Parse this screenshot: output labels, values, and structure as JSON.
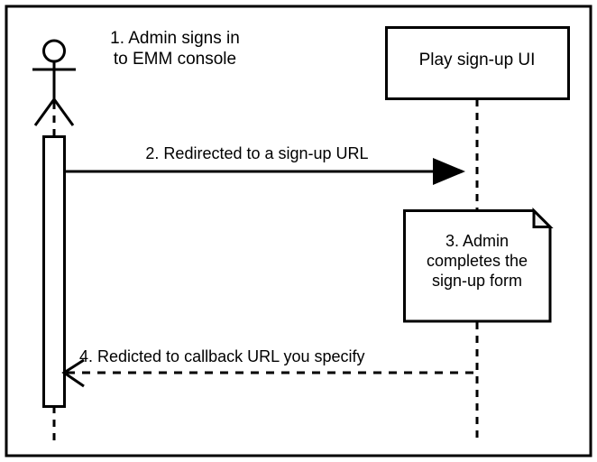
{
  "diagram": {
    "type": "uml-sequence-diagram",
    "title_text": "",
    "frame": {
      "stroke": "#000000",
      "fill": "#ffffff",
      "stroke_width": 2
    },
    "colors": {
      "line": "#000000",
      "background": "#ffffff",
      "note_fill": "#ffffff",
      "note_fold_fill": "#f0f0f0",
      "text": "#000000"
    },
    "participants": [
      {
        "id": "admin",
        "kind": "actor",
        "icon": "stick-figure-actor",
        "label": ""
      },
      {
        "id": "play-signup-ui",
        "kind": "box",
        "label": "Play sign-up UI"
      }
    ],
    "annotations": [
      {
        "id": "step1",
        "text": "1. Admin signs in\nto EMM console"
      }
    ],
    "messages": [
      {
        "id": "step2",
        "label": "2. Redirected to a sign-up URL",
        "from": "admin",
        "to": "play-signup-ui",
        "style": "solid",
        "arrowhead": "filled",
        "direction": "right"
      },
      {
        "id": "step4",
        "label": "4. Redicted to callback URL you specify",
        "from": "play-signup-ui",
        "to": "admin",
        "style": "dashed",
        "arrowhead": "open",
        "direction": "left"
      }
    ],
    "notes": [
      {
        "id": "step3",
        "attached_to": "play-signup-ui",
        "text": "3. Admin\ncompletes the\nsign-up form"
      }
    ]
  }
}
